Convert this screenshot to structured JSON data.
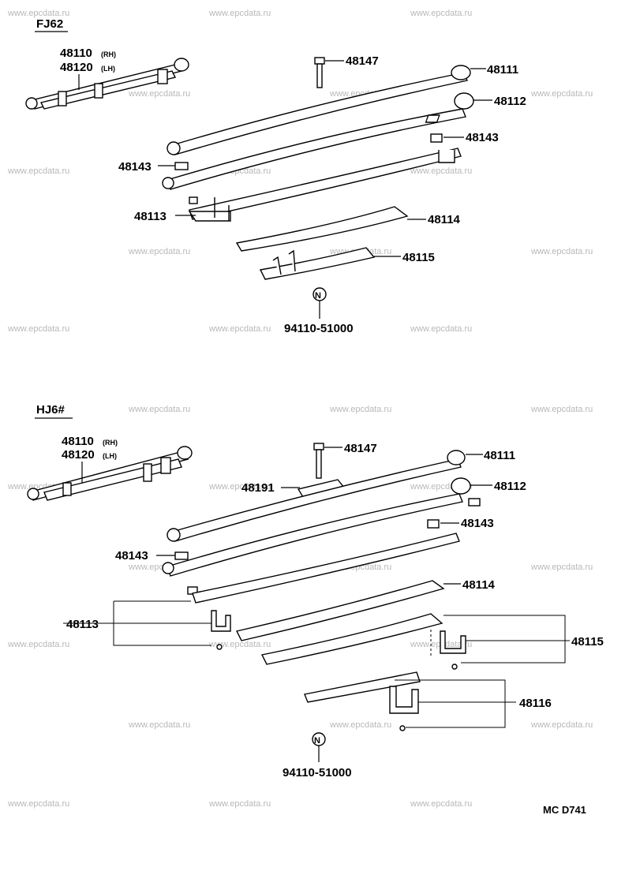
{
  "watermark": "www.epcdata.ru",
  "sections": [
    {
      "model": "FJ62",
      "labels": {
        "spring_assy_rh": "48110",
        "rh_tag": "(RH)",
        "spring_assy_lh": "48120",
        "lh_tag": "(LH)",
        "bolt": "48147",
        "leaf1": "48111",
        "leaf2": "48112",
        "clip_right": "48143",
        "clip_left": "48143",
        "leaf_clip": "48113",
        "leaf4": "48114",
        "leaf5": "48115",
        "nut": "94110-51000",
        "nut_symbol": "N"
      }
    },
    {
      "model": "HJ6#",
      "labels": {
        "spring_assy_rh": "48110",
        "rh_tag": "(RH)",
        "spring_assy_lh": "48120",
        "lh_tag": "(LH)",
        "bolt": "48147",
        "spacer": "48191",
        "leaf1": "48111",
        "leaf2": "48112",
        "clip_right": "48143",
        "clip_left": "48143",
        "leaf4": "48114",
        "leaf_clip": "48113",
        "leaf5": "48115",
        "leaf6": "48116",
        "nut": "94110-51000",
        "nut_symbol": "N"
      }
    }
  ],
  "footer_code": "MC  D741"
}
